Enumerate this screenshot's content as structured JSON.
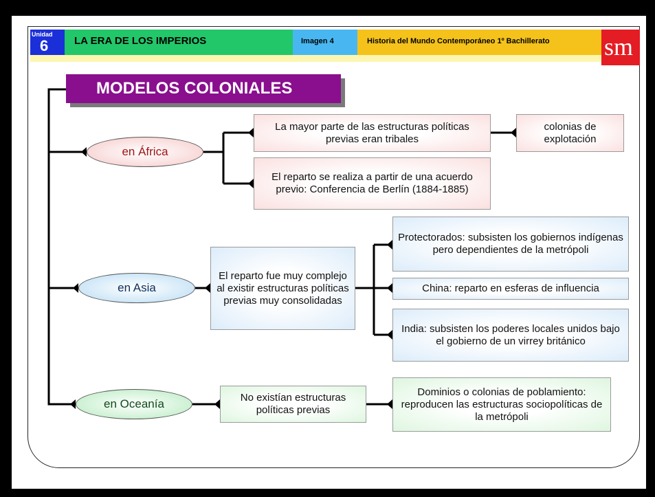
{
  "header": {
    "unidad_label": "Unidad",
    "unidad_number": "6",
    "unit_title": "LA ERA DE LOS IMPERIOS",
    "image_label": "Imagen 4",
    "course": "Historia del Mundo Contemporáneo 1º Bachillerato",
    "publisher_logo": "sm"
  },
  "diagram": {
    "title": "MODELOS COLONIALES",
    "africa": {
      "label": "en África",
      "boxes": [
        "La mayor parte de las estructuras políticas previas eran tribales",
        "El reparto se realiza a partir de una acuerdo previo: Conferencia de Berlín (1884-1885)"
      ],
      "result": "colonias de explotación"
    },
    "asia": {
      "label": "en Asia",
      "main": "El reparto fue muy complejo al existir estructuras políticas previas muy consolidadas",
      "items": [
        "Protectorados: subsisten los gobiernos indígenas pero dependientes de la metrópoli",
        "China: reparto en esferas de influencia",
        "India: subsisten los poderes locales unidos bajo el gobierno de un virrey británico"
      ]
    },
    "oceania": {
      "label": "en Oceanía",
      "main": "No existían estructuras políticas previas",
      "result": "Dominios o colonias de poblamiento: reproducen las estructuras sociopolíticas de la metrópoli"
    }
  },
  "colors": {
    "title_bg": "#8a0f8e",
    "unidad_bg": "#1b2fd9",
    "title_bar": "#22c76a",
    "image_bar": "#48b7f1",
    "course_bar": "#f4c21b",
    "logo_bg": "#e41c23"
  }
}
